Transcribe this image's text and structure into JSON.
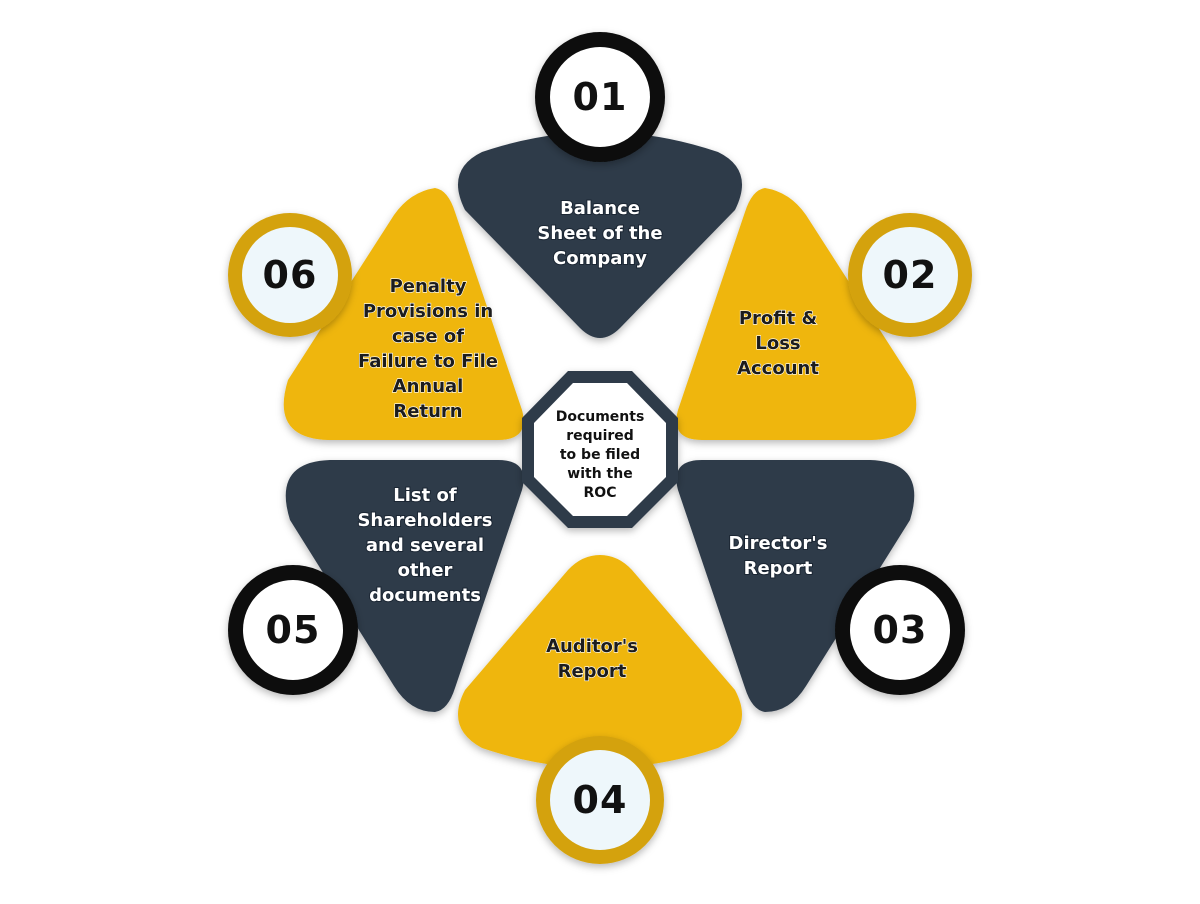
{
  "center": {
    "lines": [
      "Documents",
      "required",
      "to be filed",
      "with the",
      "ROC"
    ]
  },
  "colors": {
    "dark": "#2d3a4a",
    "gold": "#efb60a",
    "gold_ring": "#d4a20e",
    "black_ring": "#0a0a0a",
    "badge_fill": "#ffffff",
    "gold_badge_fill": "#eef7fb"
  },
  "items": [
    {
      "number": "01",
      "lines": [
        "Balance",
        "Sheet of the",
        "Company"
      ],
      "color": "dark"
    },
    {
      "number": "02",
      "lines": [
        "Profit &",
        "Loss",
        "Account"
      ],
      "color": "gold"
    },
    {
      "number": "03",
      "lines": [
        "Director's",
        "Report"
      ],
      "color": "dark"
    },
    {
      "number": "04",
      "lines": [
        "Auditor's",
        "Report"
      ],
      "color": "gold"
    },
    {
      "number": "05",
      "lines": [
        "List of",
        "Shareholders",
        "and several",
        "other",
        "documents"
      ],
      "color": "dark"
    },
    {
      "number": "06",
      "lines": [
        "Penalty",
        "Provisions in",
        "case of",
        "Failure to File",
        "Annual",
        "Return"
      ],
      "color": "gold"
    }
  ]
}
